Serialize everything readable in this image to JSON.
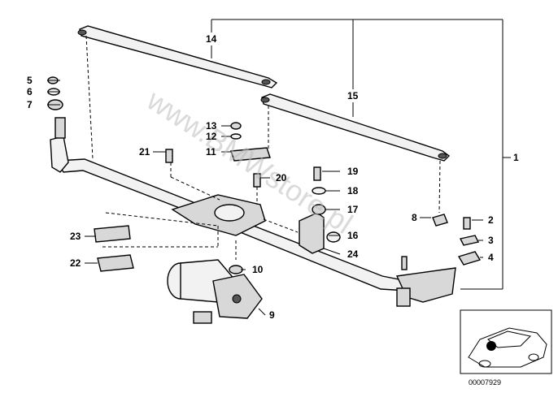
{
  "watermark": "www.BMWstore.pl",
  "diagram_code": "00007929",
  "callouts": [
    {
      "id": "c1",
      "label": "1"
    },
    {
      "id": "c2",
      "label": "2"
    },
    {
      "id": "c3",
      "label": "3"
    },
    {
      "id": "c4",
      "label": "4"
    },
    {
      "id": "c5",
      "label": "5"
    },
    {
      "id": "c6",
      "label": "6"
    },
    {
      "id": "c7",
      "label": "7"
    },
    {
      "id": "c8",
      "label": "8"
    },
    {
      "id": "c9",
      "label": "9"
    },
    {
      "id": "c10",
      "label": "10"
    },
    {
      "id": "c11",
      "label": "11"
    },
    {
      "id": "c12",
      "label": "12"
    },
    {
      "id": "c13",
      "label": "13"
    },
    {
      "id": "c14",
      "label": "14"
    },
    {
      "id": "c15",
      "label": "15"
    },
    {
      "id": "c16",
      "label": "16"
    },
    {
      "id": "c17",
      "label": "17"
    },
    {
      "id": "c18",
      "label": "18"
    },
    {
      "id": "c19",
      "label": "19"
    },
    {
      "id": "c20",
      "label": "20"
    },
    {
      "id": "c21",
      "label": "21"
    },
    {
      "id": "c22",
      "label": "22"
    },
    {
      "id": "c23",
      "label": "23"
    },
    {
      "id": "c24",
      "label": "24"
    }
  ]
}
